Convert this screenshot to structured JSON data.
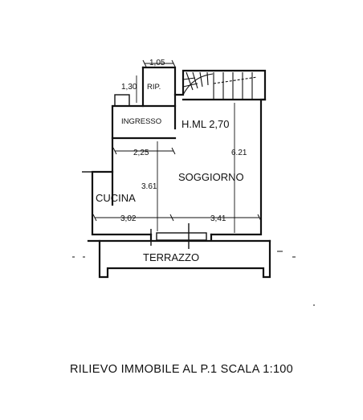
{
  "plan": {
    "rooms": {
      "rip": "RIP.",
      "ingresso": "INGRESSO",
      "height": "H.ML 2,70",
      "soggiorno": "SOGGIORNO",
      "cucina": "CUCINA",
      "terrazzo": "TERRAZZO"
    },
    "dimensions": {
      "rip_width": "1,05",
      "rip_height": "1,30",
      "ingresso_width": "2,25",
      "depth_right": "6.21",
      "depth_center": "3.61",
      "cucina_width": "3,02",
      "soggiorno_width": "3,41"
    }
  },
  "caption": "RILIEVO IMMOBILE AL P.1 SCALA 1:100"
}
